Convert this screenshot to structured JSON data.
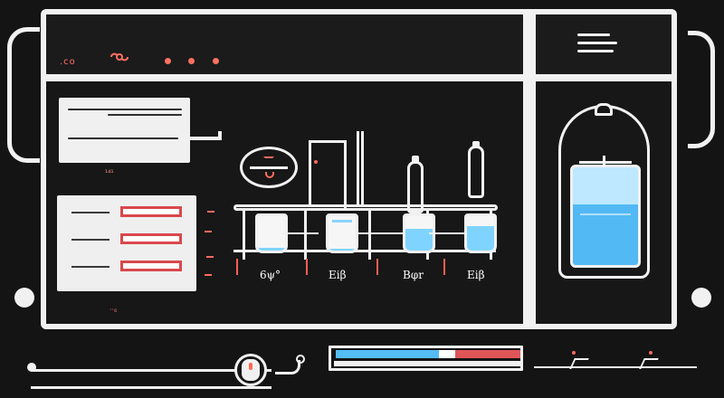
{
  "title_bar": {
    "glyph": ".co",
    "link_icon": "link-icon",
    "window_dots": [
      "dot",
      "dot",
      "dot"
    ]
  },
  "menu": {
    "icon": "hamburger-icon"
  },
  "left_panel": {
    "top_card_caption": "₁₄₁",
    "settings_footer": "··₆"
  },
  "scene": {
    "labels": [
      "6ψ°",
      "Eiβ",
      "Bφr",
      "Eiβ"
    ],
    "tube_fill_levels": [
      0.08,
      0.05,
      0.62,
      0.72
    ]
  },
  "reservoir": {
    "icon": "bottle-icon",
    "level": 0.62
  },
  "bottom": {
    "knob_icon": "dial-icon",
    "progress": 0.56
  },
  "colors": {
    "background": "#141414",
    "frame": "#f1f1f1",
    "accent_red": "#e05558",
    "accent_blue": "#54bdf4"
  }
}
